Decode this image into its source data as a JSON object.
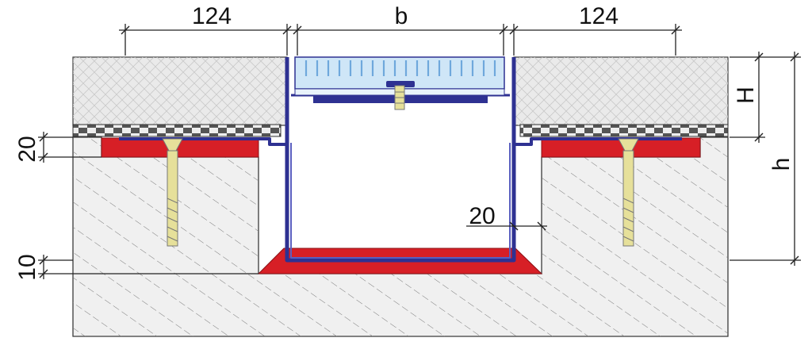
{
  "dimensions": {
    "left_width": "124",
    "channel_width": "b",
    "right_width": "124",
    "grating_height": "H",
    "total_height": "h",
    "mortar_top": "20",
    "wall_gap": "20",
    "mortar_bottom": "10"
  },
  "colors": {
    "channel_blue": "#2e3192",
    "grating_blue": "#9ec9ee",
    "mortar_red": "#d71f26",
    "anchor_yellow": "#e6e09a",
    "tile_dark": "#4d4d4d",
    "concrete_outline": "#3a3a3a"
  }
}
